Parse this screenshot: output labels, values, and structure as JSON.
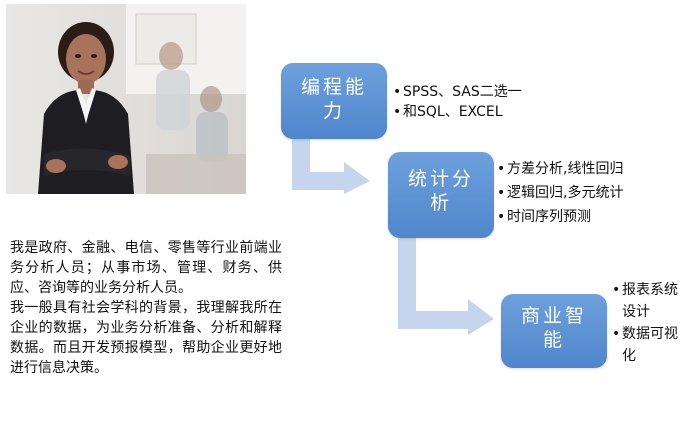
{
  "photo": {
    "alt_description_icon": "businesswoman-photo"
  },
  "description": {
    "paragraph1": "我是政府、金融、电信、零售等行业前端业务分析人员；从事市场、管理、财务、供应、咨询等的业务分析人员。",
    "paragraph2": "我一般具有社会学科的背景，我理解我所在企业的数据，为业务分析准备、分析和解释数据。而且开发预报模型，帮助企业更好地进行信息决策。"
  },
  "steps": [
    {
      "title_line1": "编程能",
      "title_line2": "力",
      "items": [
        "SPSS、SAS二选一",
        "和SQL、EXCEL"
      ]
    },
    {
      "title_line1": "统计分",
      "title_line2": "析",
      "items": [
        "方差分析,线性回归",
        "逻辑回归,多元统计",
        "时间序列预测"
      ]
    },
    {
      "title_line1": "商业智",
      "title_line2": "能",
      "items": [
        "报表系统设计",
        "数据可视化"
      ]
    }
  ],
  "colors": {
    "box_fill": "#5b8fd4",
    "arrow_fill": "#c5d5ee",
    "box_text": "#ffffff"
  }
}
